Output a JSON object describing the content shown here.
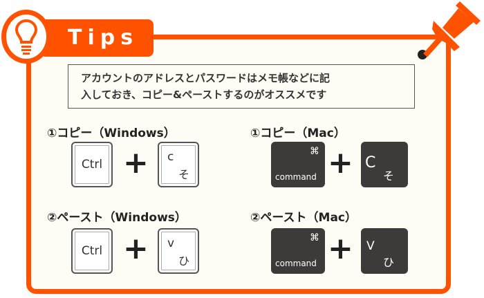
{
  "header": {
    "title": "Tips",
    "icon": "lightbulb-icon",
    "accent": "#ff5200"
  },
  "note": {
    "line1": "アカウントのアドレスとパスワードはメモ帳などに記",
    "line2": "入しておき、コピー&ペーストするのがオススメです"
  },
  "sections": [
    {
      "title": "①コピー（Windows）",
      "mod": "Ctrl",
      "letter": "c",
      "kana": "そ"
    },
    {
      "title": "①コピー（Mac）",
      "mod": "command",
      "symbol": "⌘",
      "letter": "C",
      "kana": "そ"
    },
    {
      "title": "②ペースト（Windows）",
      "mod": "Ctrl",
      "letter": "v",
      "kana": "ひ"
    },
    {
      "title": "②ペースト（Mac）",
      "mod": "command",
      "symbol": "⌘",
      "letter": "V",
      "kana": "ひ"
    }
  ],
  "plus": "+"
}
